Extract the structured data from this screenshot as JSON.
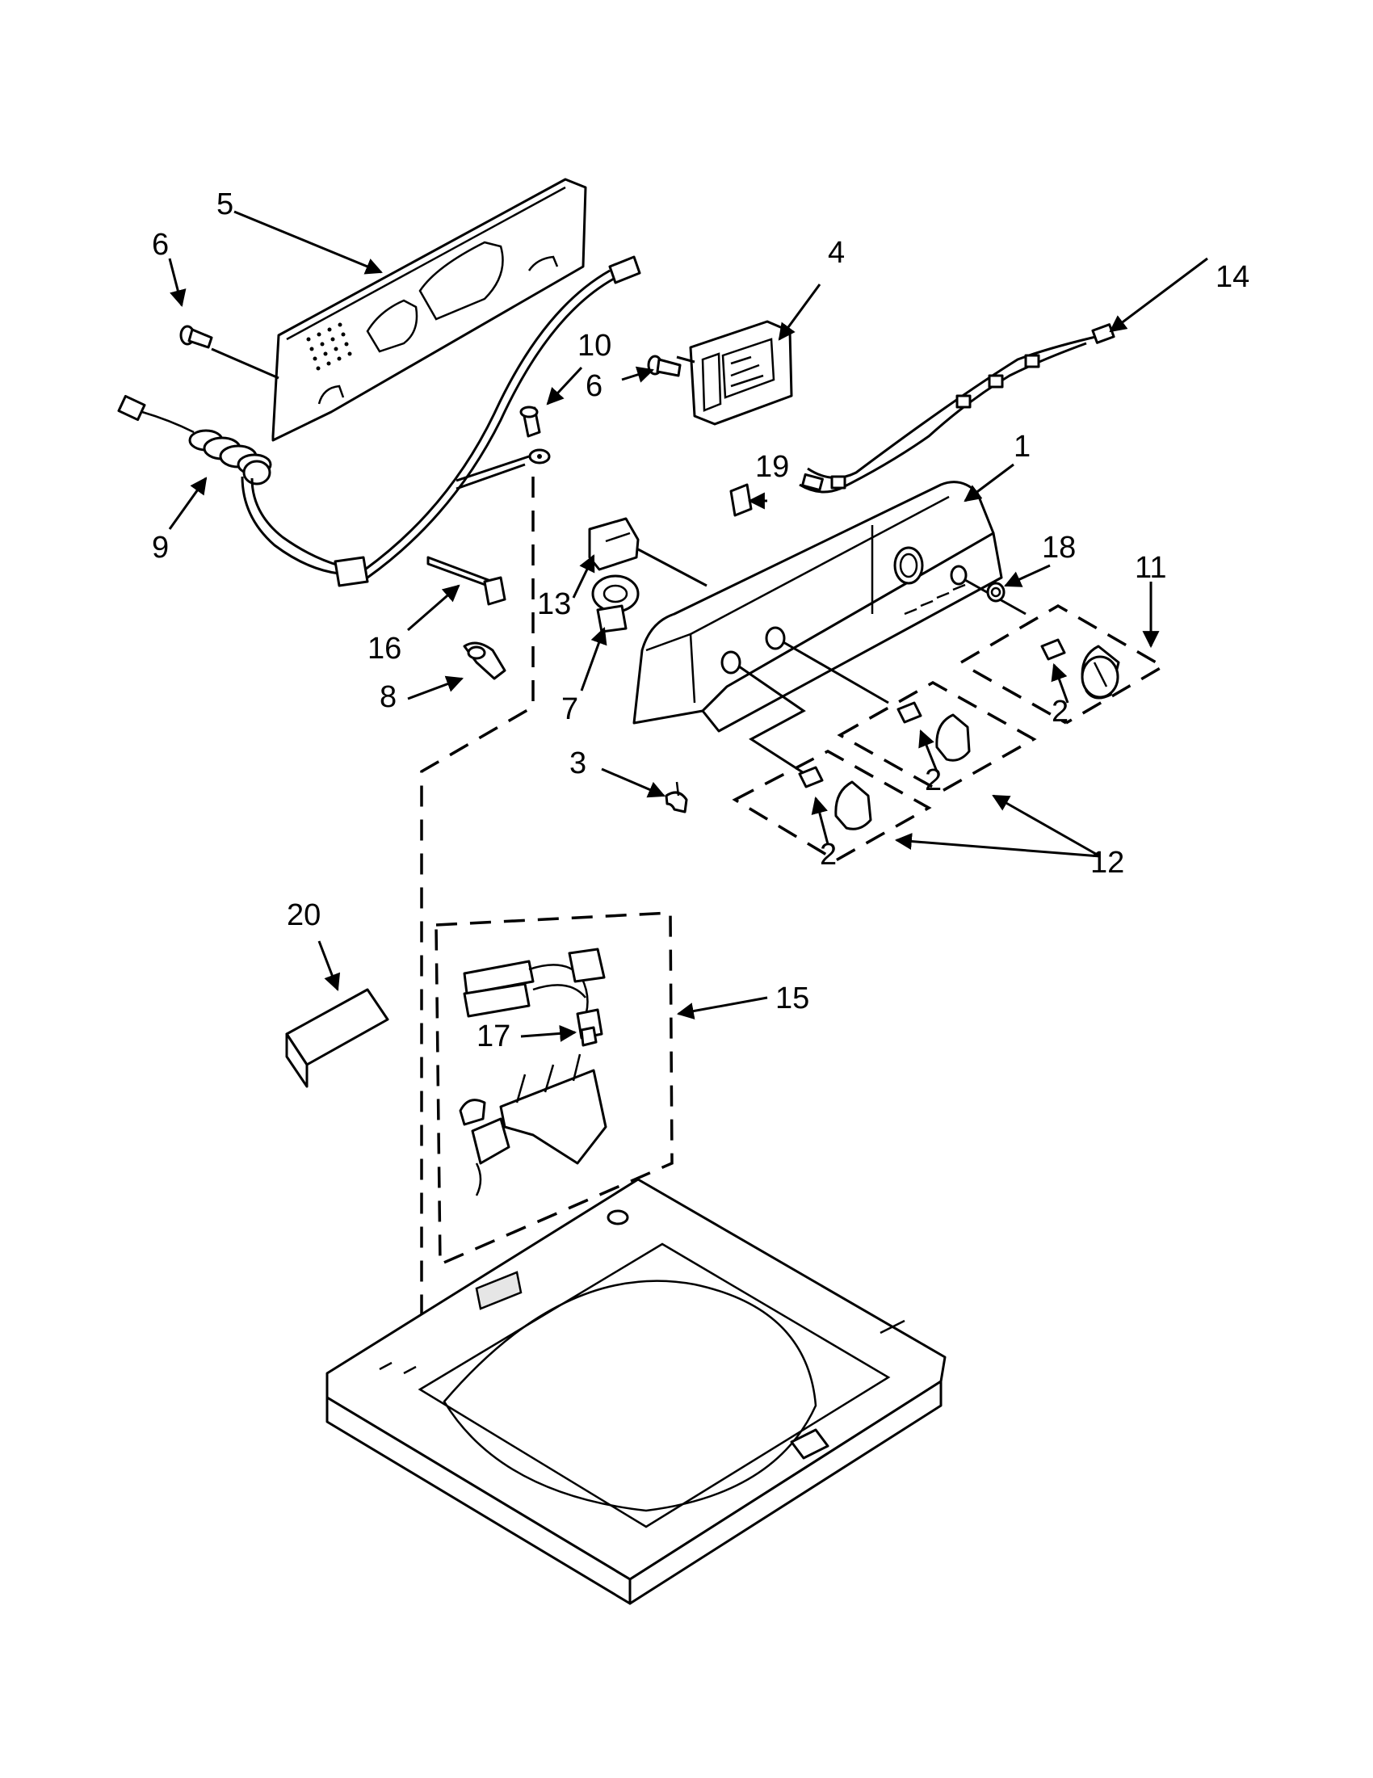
{
  "colors": {
    "ink": "#000000",
    "paper": "#ffffff"
  },
  "callouts": {
    "c1": "1",
    "c2a": "2",
    "c2b": "2",
    "c2c": "2",
    "c3": "3",
    "c4": "4",
    "c5": "5",
    "c6a": "6",
    "c6b": "6",
    "c7": "7",
    "c8": "8",
    "c9": "9",
    "c10": "10",
    "c11": "11",
    "c12": "12",
    "c13": "13",
    "c14": "14",
    "c15": "15",
    "c16": "16",
    "c17": "17",
    "c18": "18",
    "c19": "19",
    "c20": "20"
  }
}
